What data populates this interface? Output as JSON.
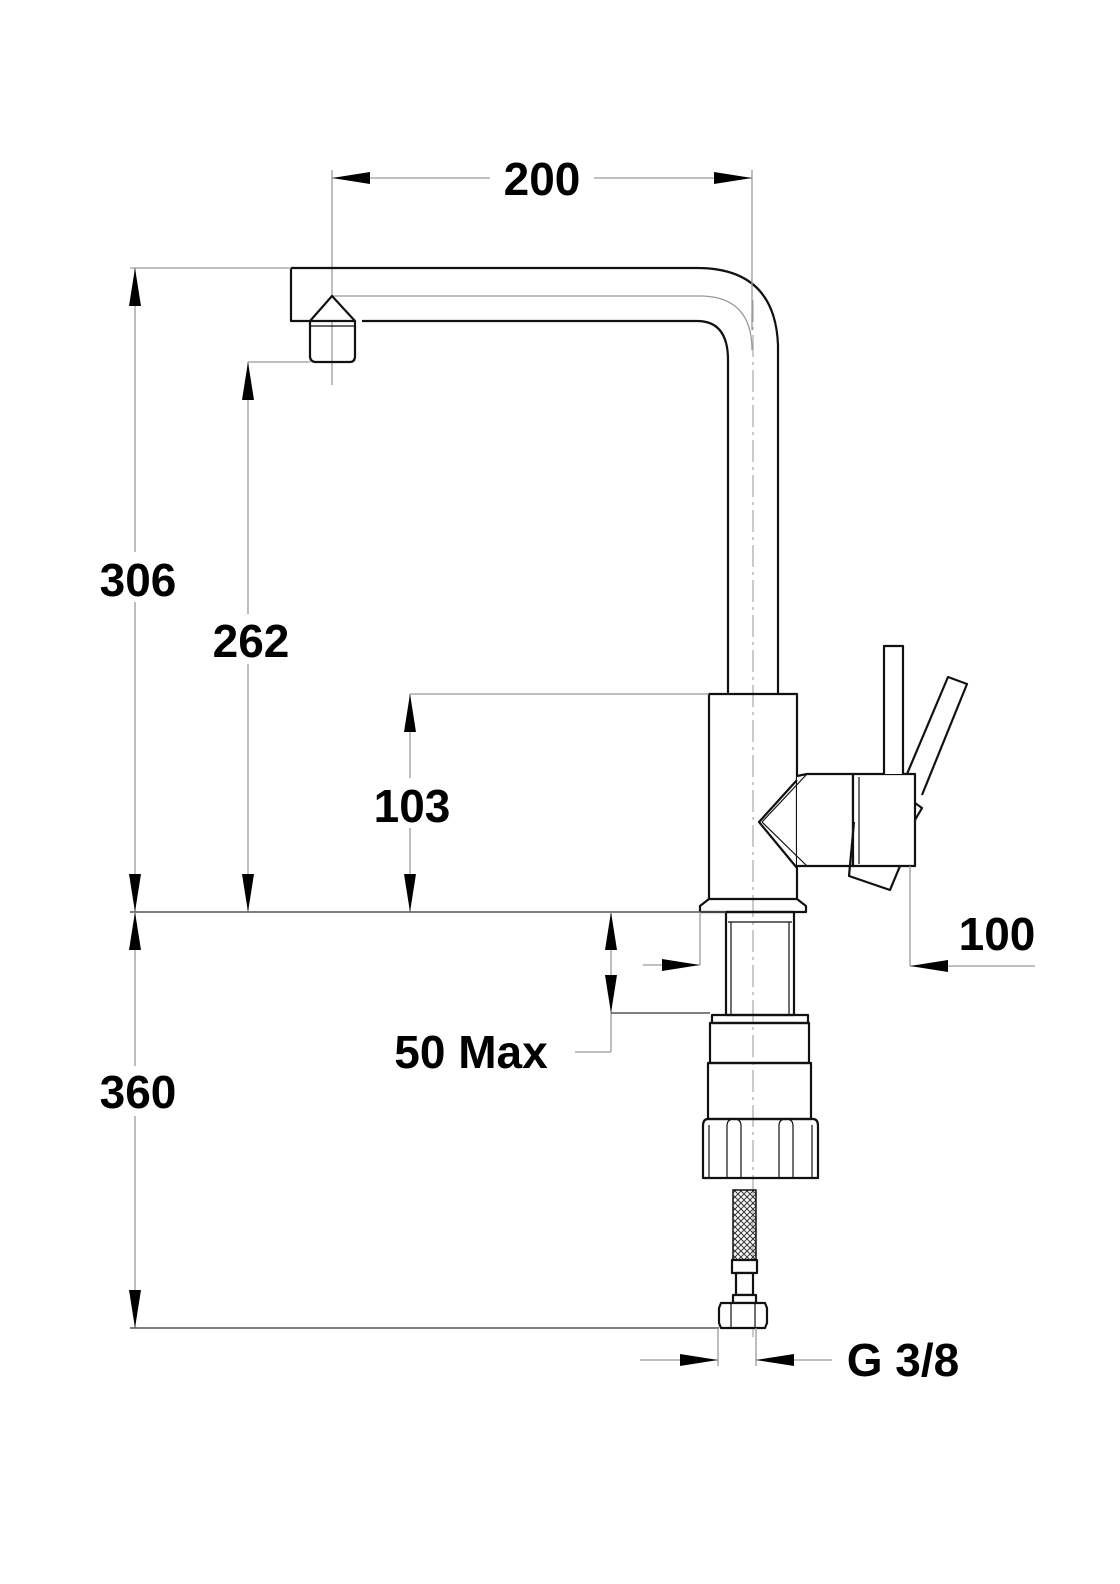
{
  "drawing": {
    "subject": "Kitchen mixer tap - side elevation technical drawing",
    "units": "mm",
    "colors": {
      "line": "#111111",
      "dimension_line": "#9a9a9a",
      "background": "#ffffff"
    }
  },
  "dimensions": {
    "spout_reach": "200",
    "total_height": "306",
    "spout_outlet_height": "262",
    "body_height": "103",
    "handle_projection": "100",
    "max_counter_thickness": "50 Max",
    "below_counter_length": "360",
    "connection_thread": "G 3/8"
  }
}
